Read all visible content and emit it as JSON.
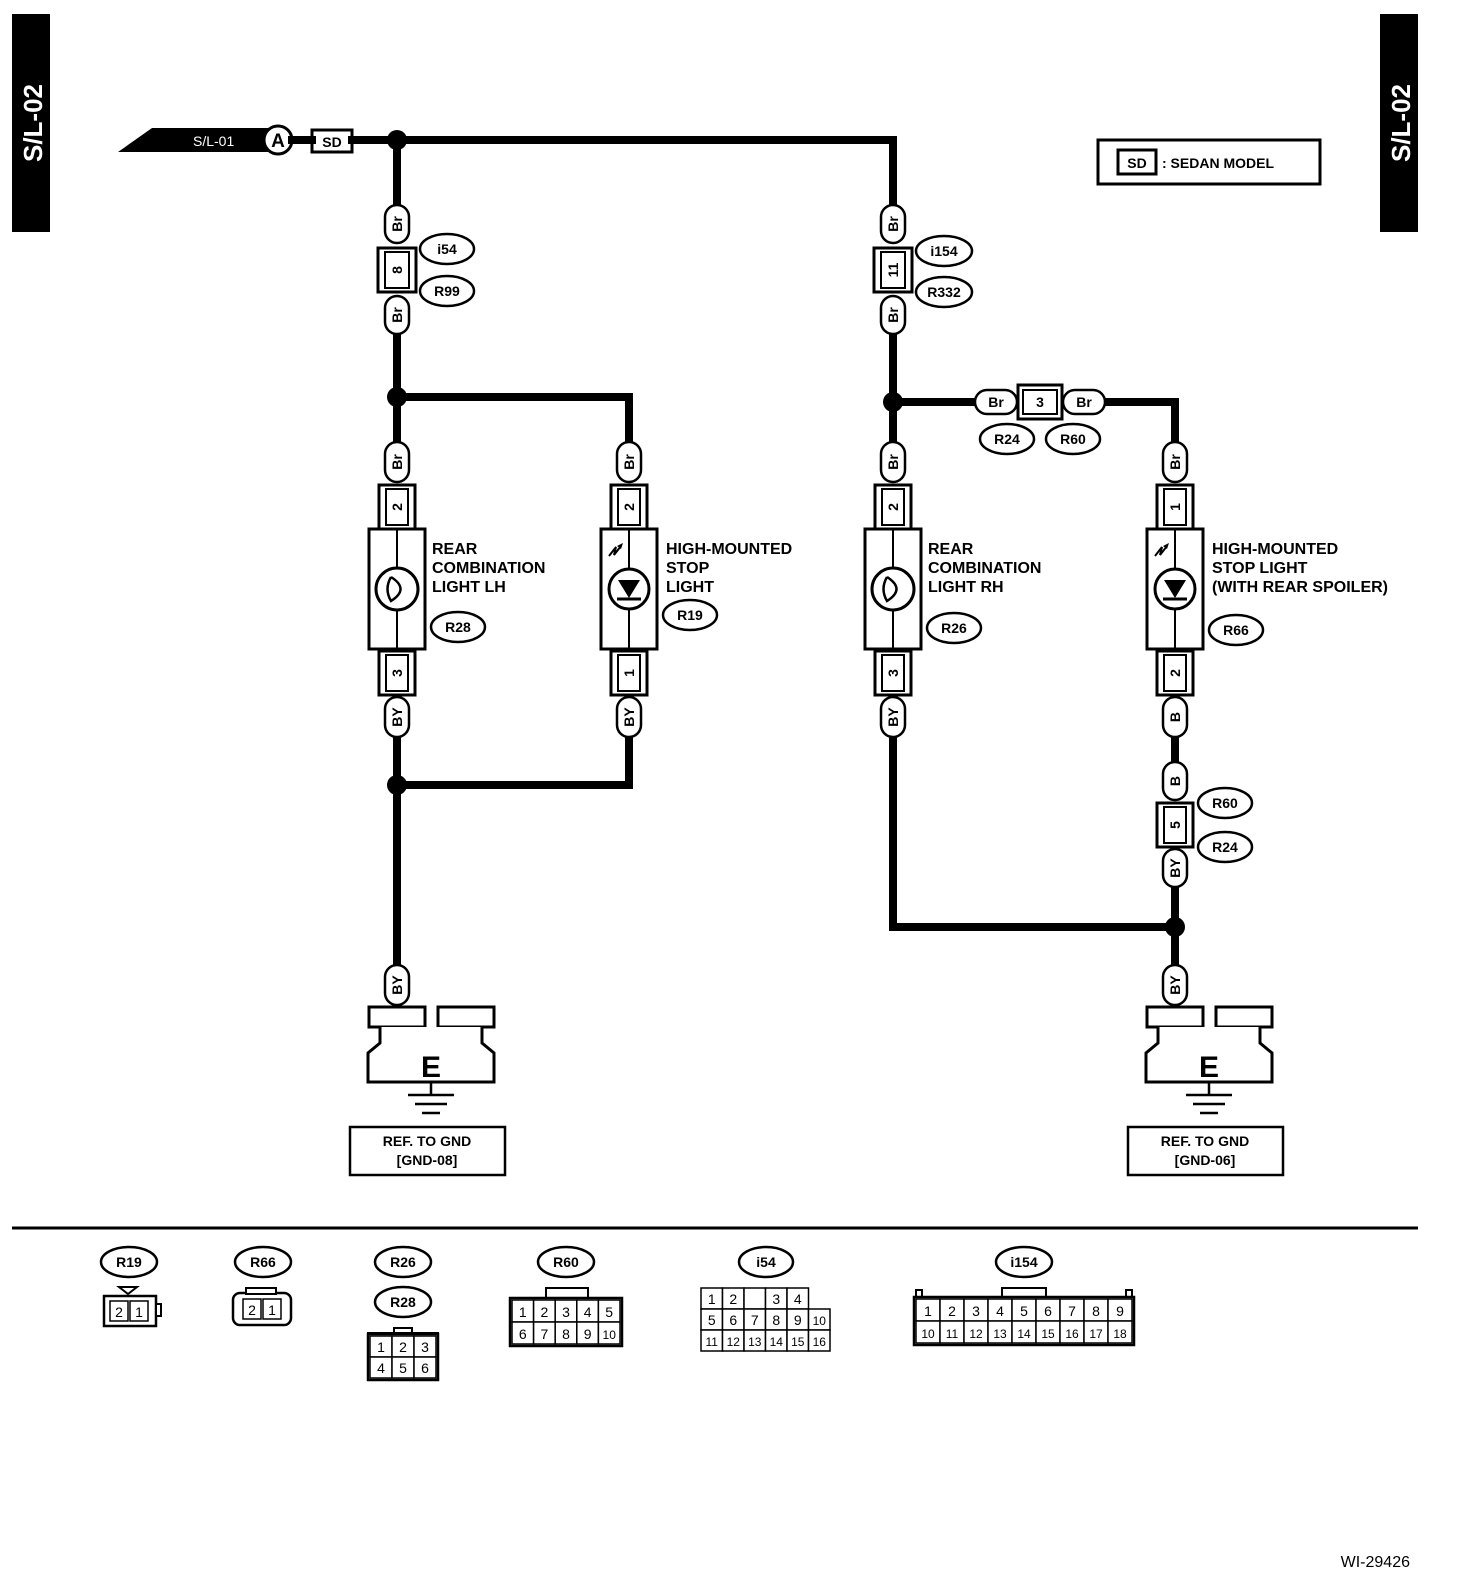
{
  "page": {
    "side_label": "S/L-02",
    "figure_id": "WI-29426"
  },
  "legend": {
    "code": "SD",
    "text": ": SEDAN MODEL"
  },
  "source": {
    "ref": "S/L-01",
    "node": "A",
    "model_tag": "SD"
  },
  "wire_colors": {
    "br": "Br",
    "by": "BY",
    "b": "B"
  },
  "inline_connectors": {
    "left": {
      "pin": "8",
      "id_a": "i54",
      "id_b": "R99"
    },
    "right": {
      "pin": "11",
      "id_a": "i154",
      "id_b": "R332"
    },
    "branch": {
      "pin": "3",
      "id_a": "R24",
      "id_b": "R60"
    },
    "lower": {
      "pin": "5",
      "id_a": "R60",
      "id_b": "R24"
    }
  },
  "components": [
    {
      "id": "R28",
      "label": [
        "REAR",
        "COMBINATION",
        "LIGHT LH"
      ],
      "pin_top": "2",
      "pin_bottom": "3"
    },
    {
      "id": "R19",
      "label": [
        "HIGH-MOUNTED",
        "STOP",
        "LIGHT"
      ],
      "pin_top": "2",
      "pin_bottom": "1"
    },
    {
      "id": "R26",
      "label": [
        "REAR",
        "COMBINATION",
        "LIGHT RH"
      ],
      "pin_top": "2",
      "pin_bottom": "3"
    },
    {
      "id": "R66",
      "label": [
        "HIGH-MOUNTED",
        "STOP LIGHT",
        "(WITH REAR SPOILER)"
      ],
      "pin_top": "1",
      "pin_bottom": "2"
    }
  ],
  "grounds": [
    {
      "symbol": "E",
      "ref_line1": "REF. TO GND",
      "ref_line2": "[GND-08]"
    },
    {
      "symbol": "E",
      "ref_line1": "REF. TO GND",
      "ref_line2": "[GND-06]"
    }
  ],
  "connector_views": {
    "r19": {
      "id": "R19",
      "rows": [
        [
          "2",
          "1"
        ]
      ]
    },
    "r66": {
      "id": "R66",
      "rows": [
        [
          "2",
          "1"
        ]
      ]
    },
    "r26_r28": {
      "id_a": "R26",
      "id_b": "R28",
      "rows": [
        [
          "1",
          "2",
          "3"
        ],
        [
          "4",
          "5",
          "6"
        ]
      ]
    },
    "r60": {
      "id": "R60",
      "rows": [
        [
          "1",
          "2",
          "3",
          "4",
          "5"
        ],
        [
          "6",
          "7",
          "8",
          "9",
          "10"
        ]
      ]
    },
    "i54": {
      "id": "i54",
      "rows": [
        [
          "1",
          "2",
          "",
          "3",
          "4"
        ],
        [
          "5",
          "6",
          "7",
          "8",
          "9",
          "10"
        ],
        [
          "11",
          "12",
          "13",
          "14",
          "15",
          "16"
        ]
      ]
    },
    "i154": {
      "id": "i154",
      "rows": [
        [
          "1",
          "2",
          "3",
          "4",
          "5",
          "6",
          "7",
          "8",
          "9"
        ],
        [
          "10",
          "11",
          "12",
          "13",
          "14",
          "15",
          "16",
          "17",
          "18"
        ]
      ]
    }
  }
}
